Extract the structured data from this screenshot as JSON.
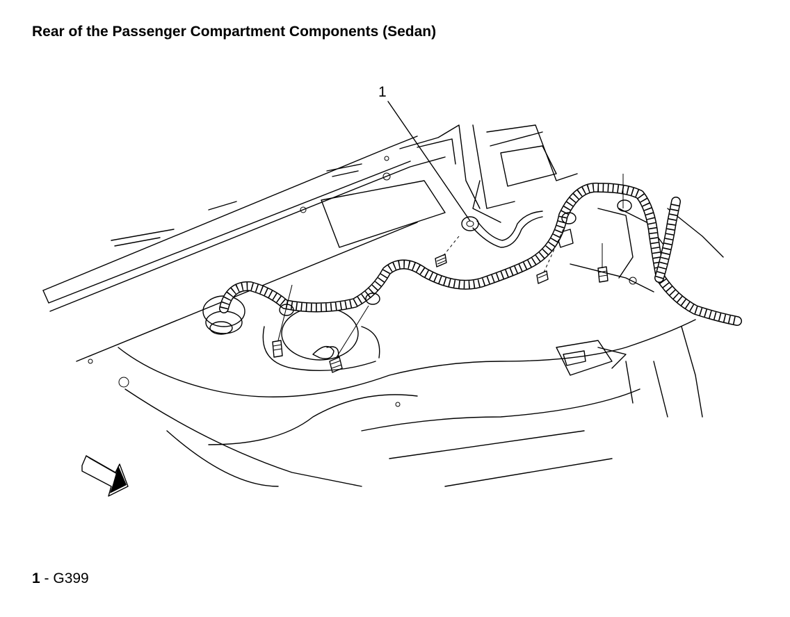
{
  "title": "Rear of the Passenger Compartment Components (Sedan)",
  "callouts": [
    {
      "number": "1",
      "label": "G399"
    }
  ],
  "legend": {
    "separator": " - "
  },
  "icons": {
    "view_arrow": "direction-arrow-icon"
  }
}
